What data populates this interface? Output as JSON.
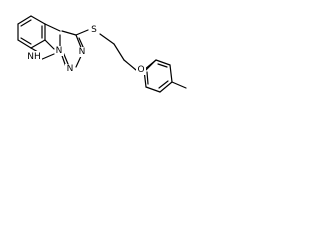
{
  "atoms": {
    "nh": "NH",
    "n_ring": "N",
    "n_triazole_1": "N",
    "n_triazole_2": "N",
    "s": "S",
    "o": "O"
  },
  "colors": {
    "bond": "#000000",
    "text": "#000000",
    "background": "#ffffff"
  }
}
